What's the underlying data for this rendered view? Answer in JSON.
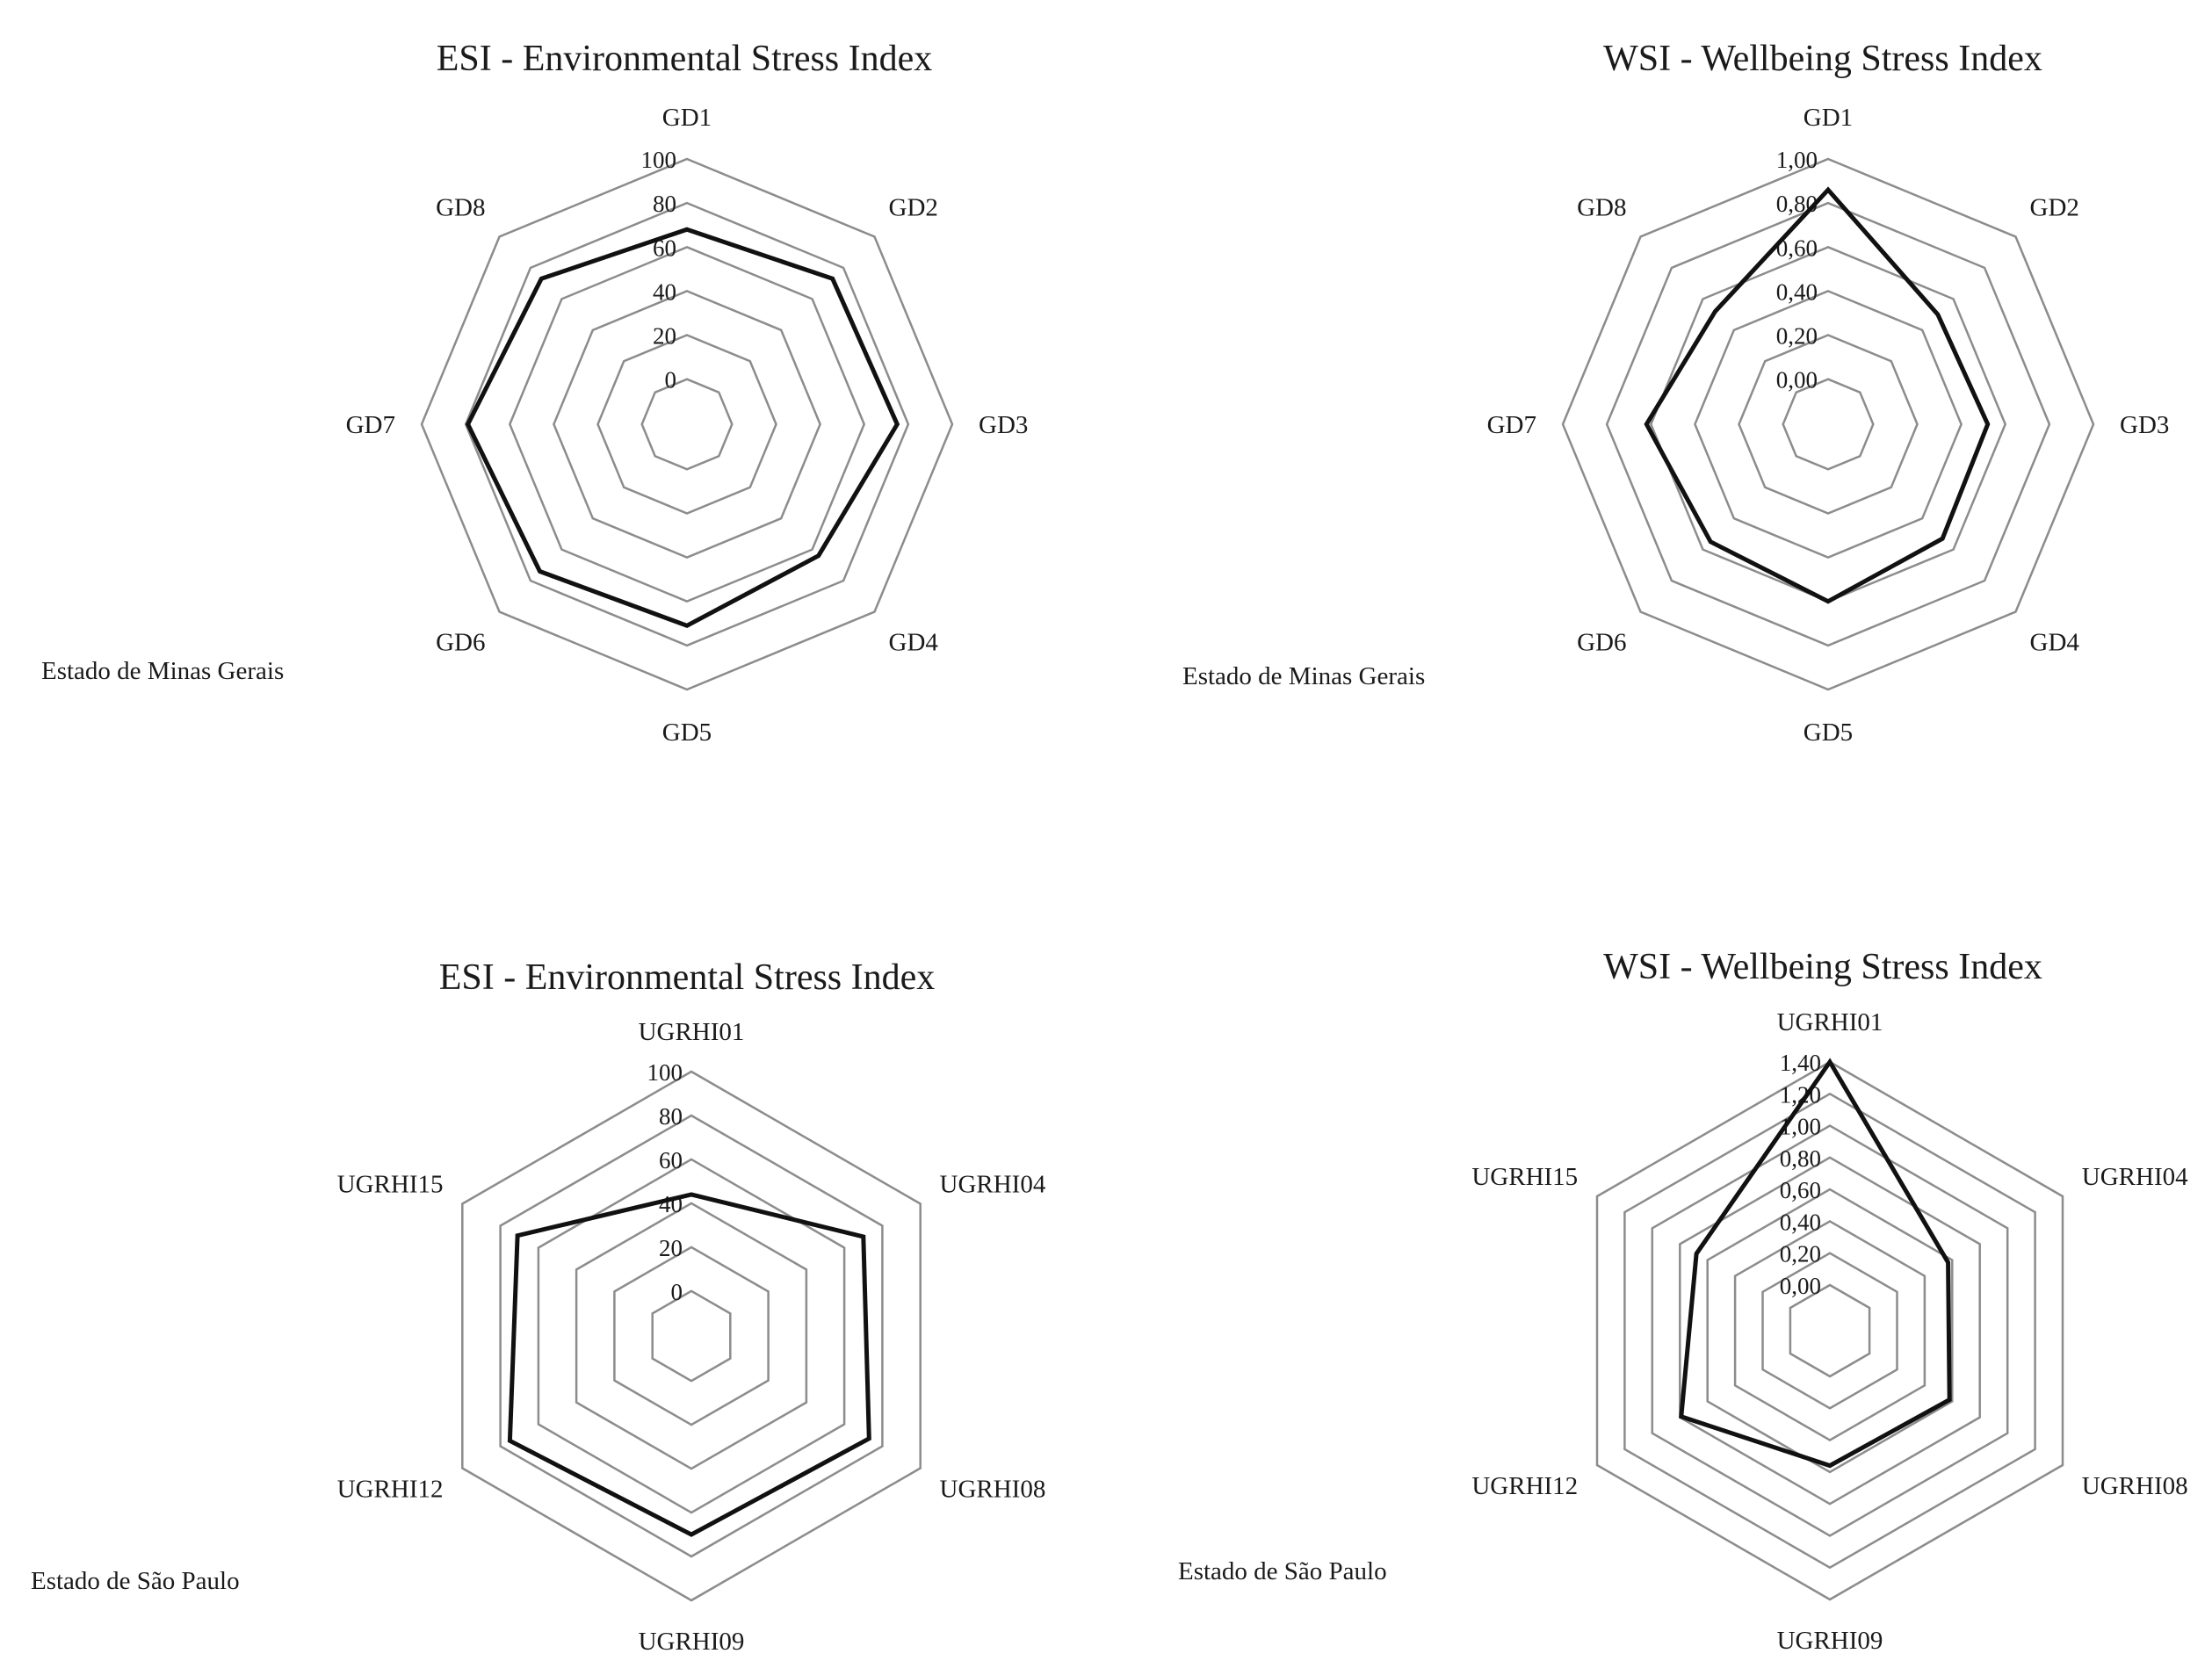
{
  "chart_data": [
    {
      "type": "radar",
      "title": "ESI - Environmental Stress Index",
      "region_label": "Estado de Minas  Gerais",
      "categories": [
        "GD1",
        "GD2",
        "GD3",
        "GD4",
        "GD5",
        "GD6",
        "GD7",
        "GD8"
      ],
      "radial_ticks": [
        "0",
        "20",
        "40",
        "60",
        "80",
        "100"
      ],
      "rlim": [
        0,
        100
      ],
      "series": [
        {
          "values": [
            68,
            73,
            75,
            64,
            71,
            74,
            79,
            73
          ]
        }
      ]
    },
    {
      "type": "radar",
      "title": "WSI - Wellbeing Stress Index",
      "region_label": "Estado de Minas  Gerais",
      "categories": [
        "GD1",
        "GD2",
        "GD3",
        "GD4",
        "GD5",
        "GD6",
        "GD7",
        "GD8"
      ],
      "radial_ticks": [
        "0,00",
        "0,20",
        "0,40",
        "0,60",
        "0,80",
        "1,00"
      ],
      "rlim": [
        0,
        1.0
      ],
      "series": [
        {
          "values": [
            0.86,
            0.5,
            0.52,
            0.53,
            0.6,
            0.55,
            0.62,
            0.52
          ]
        }
      ]
    },
    {
      "type": "radar",
      "title": "ESI - Environmental Stress Index",
      "region_label": "Estado de São Paulo",
      "categories": [
        "UGRHI01",
        "UGRHI04",
        "UGRHI08",
        "UGRHI09",
        "UGRHI12",
        "UGRHI15"
      ],
      "radial_ticks": [
        "0",
        "20",
        "40",
        "60",
        "80",
        "100"
      ],
      "rlim": [
        0,
        100
      ],
      "series": [
        {
          "values": [
            44,
            70,
            73,
            70,
            75,
            71
          ]
        }
      ]
    },
    {
      "type": "radar",
      "title": "WSI - Wellbeing Stress Index",
      "region_label": "Estado de São Paulo",
      "categories": [
        "UGRHI01",
        "UGRHI04",
        "UGRHI08",
        "UGRHI09",
        "UGRHI12",
        "UGRHI15"
      ],
      "radial_ticks": [
        "0,00",
        "0,20",
        "0,40",
        "0,60",
        "0,80",
        "1,00",
        "1,20",
        "1,40"
      ],
      "rlim": [
        0,
        1.4
      ],
      "series": [
        {
          "values": [
            1.4,
            0.57,
            0.58,
            0.56,
            0.79,
            0.68
          ]
        }
      ]
    }
  ]
}
